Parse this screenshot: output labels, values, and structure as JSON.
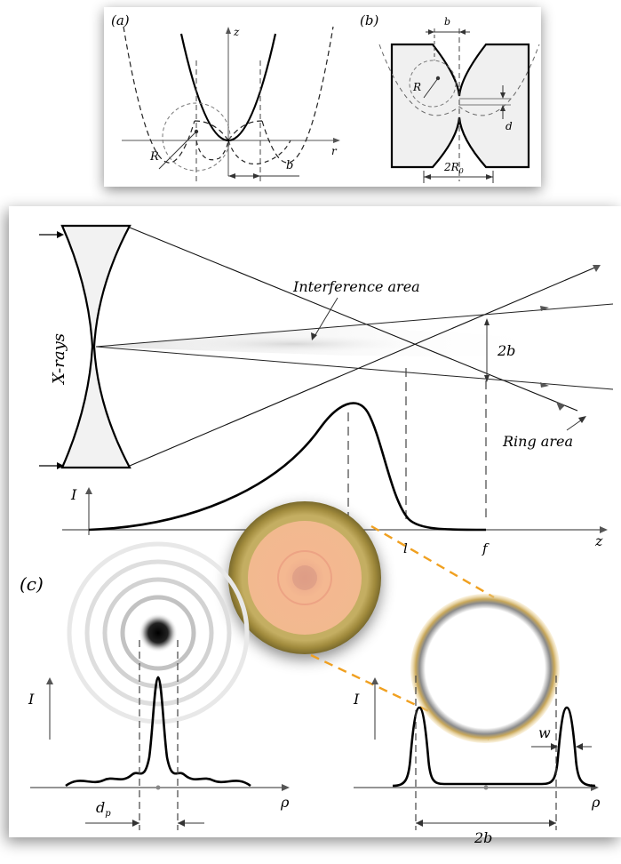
{
  "panel_a": {
    "label": "(a)",
    "z_axis": "z",
    "r_axis": "r",
    "radius_label": "R",
    "offset_label": "b"
  },
  "panel_b": {
    "label": "(b)",
    "offset_label": "b",
    "radius_label": "R",
    "gap_label": "d",
    "width_label": "2R",
    "width_subscript": "0"
  },
  "setup": {
    "source_label": "X-rays",
    "interference_label": "Interference area",
    "ring_label": "Ring area",
    "separation_label": "2b",
    "intensity_label": "I",
    "z_axis": "z",
    "l_marker": "l",
    "f_marker": "f"
  },
  "panel_c": {
    "label": "(c)",
    "left_intensity_label": "I",
    "left_rho_label": "ρ",
    "spot_label": "d",
    "spot_subscript": "p",
    "right_intensity_label": "I",
    "right_rho_label": "ρ",
    "width_label": "w",
    "ring_diameter_label": "2b"
  }
}
